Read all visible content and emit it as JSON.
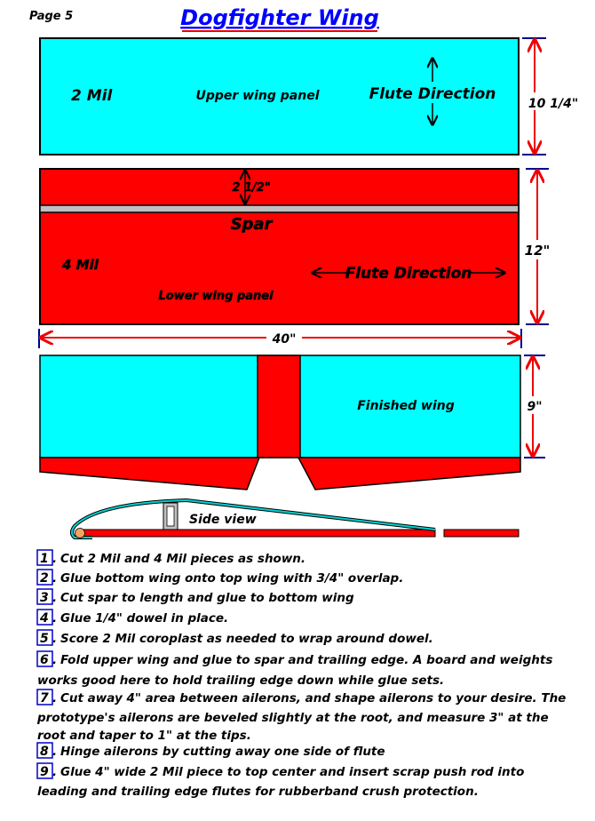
{
  "page_label": "Page 5",
  "title": "Dogfighter Wing",
  "colors": {
    "cyan": "#00ffff",
    "red": "#ff0000",
    "spar": "#c0c0c0",
    "title": "#0000ff",
    "dimension_tick": "#00008b"
  },
  "upper_panel": {
    "material": "2 Mil",
    "name": "Upper wing panel",
    "flute": "Flute Direction",
    "height": "10 1/4\""
  },
  "lower_panel": {
    "spar_offset": "2 1/2\"",
    "spar": "Spar",
    "material": "4 Mil",
    "flute": "Flute Direction",
    "name": "Lower wing panel",
    "height": "12\""
  },
  "span": "40\"",
  "finished": {
    "name": "Finished wing",
    "height": "9\""
  },
  "side_view": "Side view",
  "steps": [
    {
      "num": "1",
      "lines": [
        "Cut 2 Mil and 4 Mil pieces as shown."
      ]
    },
    {
      "num": "2",
      "lines": [
        "Glue bottom wing onto top wing with 3/4\" overlap."
      ]
    },
    {
      "num": "3",
      "lines": [
        "Cut spar to length and glue to bottom wing"
      ]
    },
    {
      "num": "4",
      "lines": [
        "Glue 1/4\" dowel in place."
      ]
    },
    {
      "num": "5",
      "lines": [
        "Score 2 Mil coroplast as needed to wrap around dowel."
      ]
    },
    {
      "num": "6",
      "lines": [
        "Fold upper wing and glue to spar and trailing edge. A board and weights",
        "works good here to hold trailing edge down while glue sets."
      ]
    },
    {
      "num": "7",
      "lines": [
        "Cut away 4\" area between ailerons, and shape ailerons to your desire. The",
        "prototype's ailerons are beveled slightly at the root, and measure 3\" at the",
        "root and taper to 1\" at the tips."
      ]
    },
    {
      "num": "8",
      "lines": [
        "Hinge ailerons by cutting away one side of flute"
      ]
    },
    {
      "num": "9",
      "lines": [
        "Glue 4\" wide 2 Mil piece to top center and insert scrap push rod into",
        "leading and trailing edge flutes for rubberband crush protection."
      ]
    }
  ]
}
